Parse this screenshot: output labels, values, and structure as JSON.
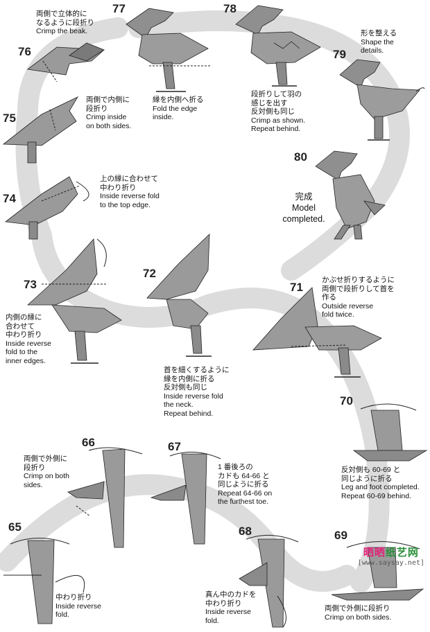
{
  "steps": [
    {
      "id": "s77",
      "number": "77",
      "jp": [
        "両側で立体的に",
        "なるように段折り"
      ],
      "en": [
        "Crimp the beak."
      ]
    },
    {
      "id": "s76",
      "number": "76",
      "jp": [],
      "en": []
    },
    {
      "id": "s78",
      "number": "78",
      "jp": [
        "段折りして羽の",
        "感じを出す",
        "反対側も同じ"
      ],
      "en": [
        "Crimp as shown.",
        "Repeat behind."
      ]
    },
    {
      "id": "s77b",
      "number": "",
      "jp": [
        "縁を内側へ折る"
      ],
      "en": [
        "Fold the edge",
        "inside."
      ]
    },
    {
      "id": "s79",
      "number": "79",
      "jp": [
        "形を整える"
      ],
      "en": [
        "Shape the",
        "details."
      ]
    },
    {
      "id": "s75",
      "number": "75",
      "jp": [
        "両側で内側に",
        "段折り"
      ],
      "en": [
        "Crimp inside",
        "on both sides."
      ]
    },
    {
      "id": "s80",
      "number": "80",
      "jp": [
        "完成"
      ],
      "en": [
        "Model",
        "completed."
      ]
    },
    {
      "id": "s74",
      "number": "74",
      "jp": [
        "上の縁に合わせて",
        "中わり折り"
      ],
      "en": [
        "Inside reverse fold",
        "to the top edge."
      ]
    },
    {
      "id": "s73",
      "number": "73",
      "jp": [
        "内側の縁に",
        "合わせて",
        "中わり折り"
      ],
      "en": [
        "Inside reverse",
        "fold to the",
        "inner edges."
      ]
    },
    {
      "id": "s72",
      "number": "72",
      "jp": [
        "首を細くするように",
        "縁を内側に折る",
        "反対側も同じ"
      ],
      "en": [
        "Inside reverse fold",
        "the neck.",
        "Repeat behind."
      ]
    },
    {
      "id": "s71",
      "number": "71",
      "jp": [
        "かぶせ折りするように",
        "両側で段折りして首を",
        "作る"
      ],
      "en": [
        "Outside  reverse",
        "fold twice."
      ]
    },
    {
      "id": "s70",
      "number": "70",
      "jp": [
        "反対側も 60-69 と",
        "同じように折る"
      ],
      "en": [
        "Leg and foot completed.",
        "Repeat 60-69 behind."
      ]
    },
    {
      "id": "s66",
      "number": "66",
      "jp": [
        "両側で外側に",
        "段折り"
      ],
      "en": [
        "Crimp on both",
        "sides."
      ]
    },
    {
      "id": "s67",
      "number": "67",
      "jp": [
        "1 番後ろの",
        "カドも 64-66 と",
        "同じように折る"
      ],
      "en": [
        "Repeat 64-66 on",
        "the furthest toe."
      ]
    },
    {
      "id": "s65",
      "number": "65",
      "jp": [
        "中わり折り"
      ],
      "en": [
        "Inside reverse",
        "fold."
      ]
    },
    {
      "id": "s68",
      "number": "68",
      "jp": [
        "真ん中のカドを",
        "中わり折り"
      ],
      "en": [
        "Inside reverse",
        "fold."
      ]
    },
    {
      "id": "s69",
      "number": "69",
      "jp": [
        "両側で外側に段折り"
      ],
      "en": [
        "Crimp on both sides."
      ]
    }
  ],
  "watermark": {
    "title_a": "晒晒",
    "title_b": "纸艺网",
    "url": "[www.saysay.net]"
  },
  "colors": {
    "paper": "#9a9a9a",
    "paper_dark": "#6f6f6f",
    "path": "#dcdcdc",
    "line": "#222222"
  }
}
